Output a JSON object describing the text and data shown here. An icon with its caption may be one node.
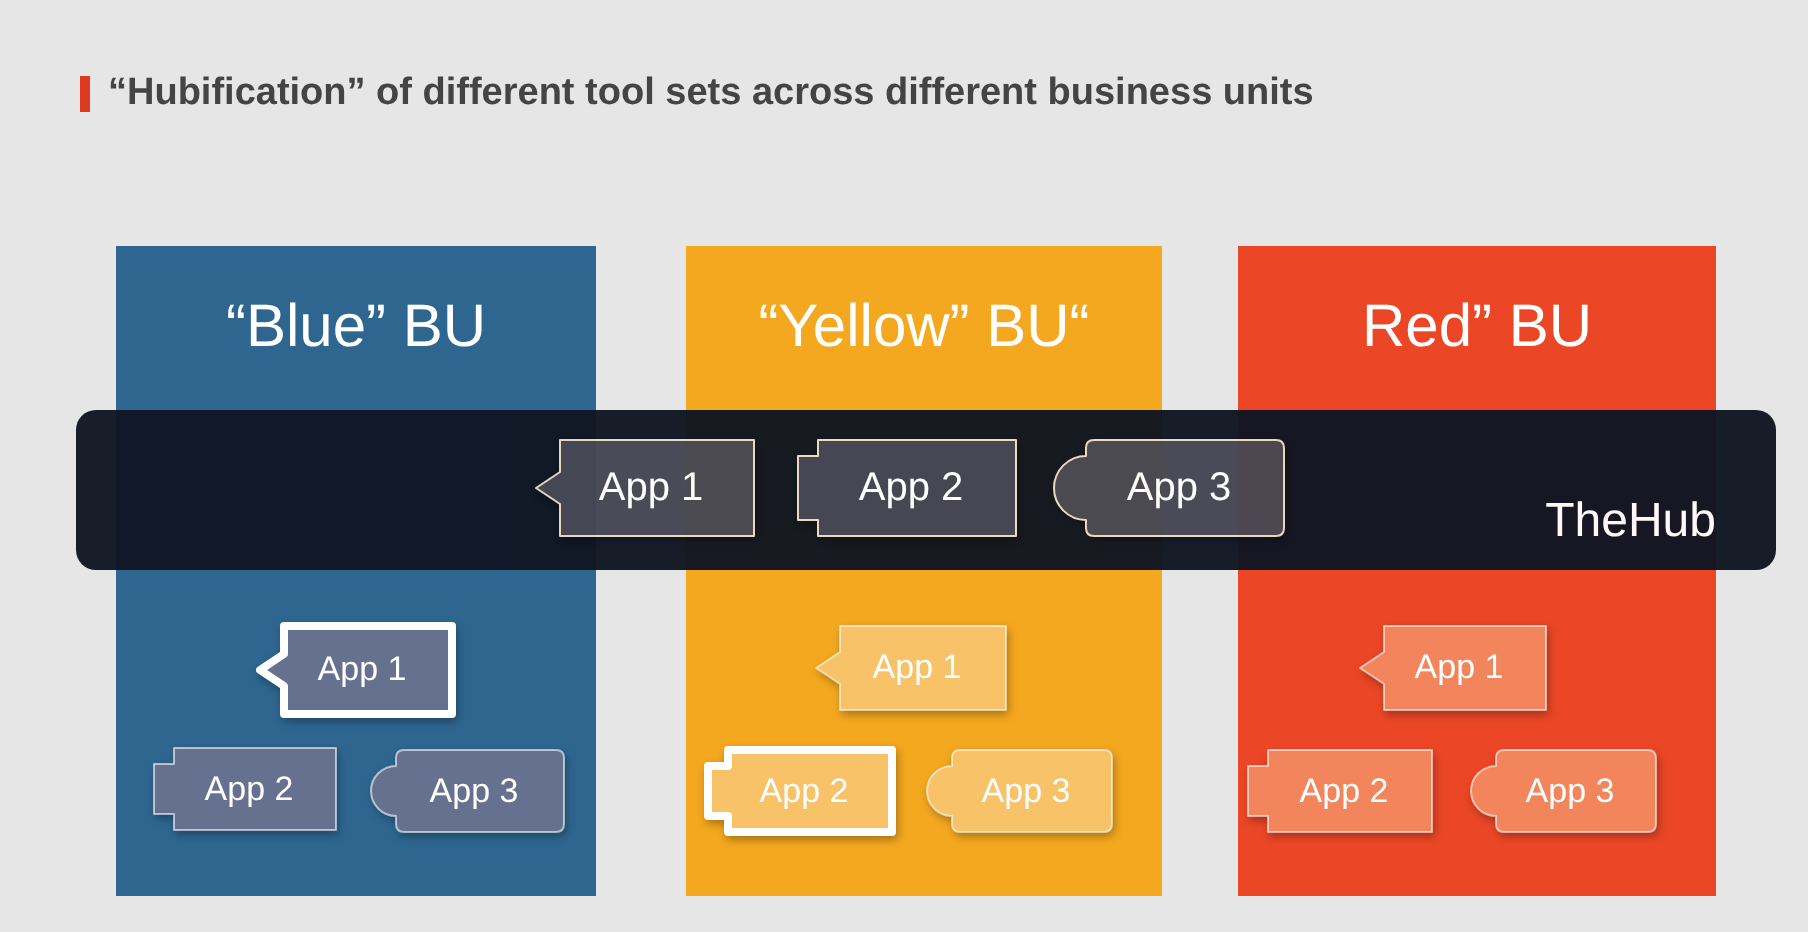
{
  "diagram": {
    "title": "“Hubification” of different tool sets across different business units",
    "nodes": [
      {
        "text": [
          "“Blue” BU"
        ]
      },
      {
        "text": [
          "“Yellow” BU“"
        ]
      },
      {
        "text": [
          "Red” BU"
        ]
      },
      {
        "text": [
          "TheHub"
        ]
      },
      {
        "text": [
          "App 1"
        ],
        "in": 3
      },
      {
        "text": [
          "App 2"
        ]
      },
      {
        "text": [
          "App 3"
        ],
        "in": 3
      },
      {
        "text": [
          "App 1"
        ],
        "in": 0
      },
      {
        "text": [
          "App 2"
        ],
        "in": 0
      },
      {
        "text": [
          "App 3"
        ],
        "in": 0
      },
      {
        "text": [
          "App 1"
        ],
        "in": 1
      },
      {
        "text": [
          "App 2"
        ],
        "in": 1
      },
      {
        "text": [
          "App 3"
        ],
        "in": 1
      },
      {
        "text": [
          "App 1"
        ],
        "in": 2
      },
      {
        "text": [
          "App 2"
        ],
        "in": 2
      },
      {
        "text": [
          "App 3"
        ],
        "in": 2
      }
    ],
    "edges": []
  }
}
